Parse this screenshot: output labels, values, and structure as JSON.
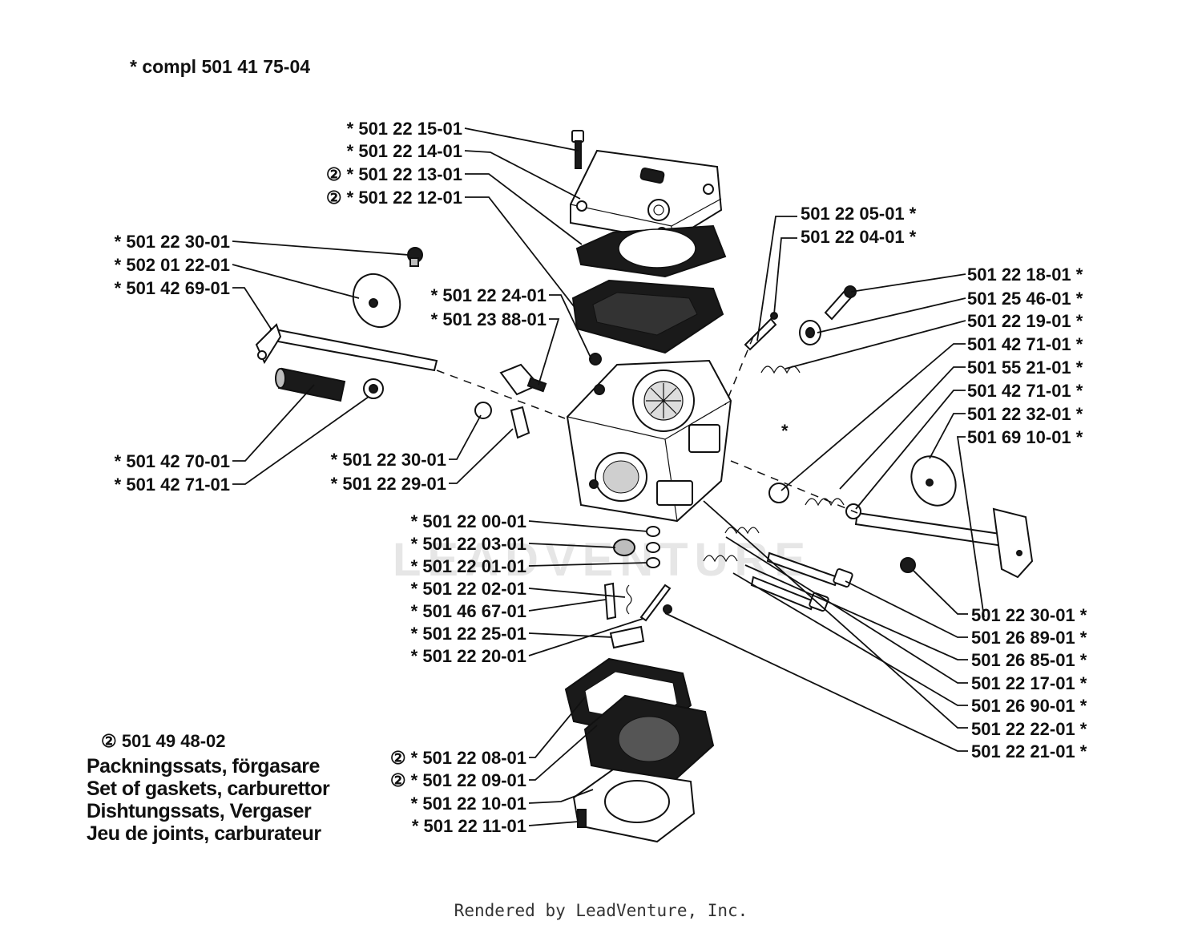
{
  "header": {
    "complete_assembly": "*  compl 501 41 75-04"
  },
  "watermark": "LEADVENTURE",
  "labels_left": [
    "*  501 22 15-01",
    "*  501 22 14-01",
    "②  *  501 22 13-01",
    "②  *  501 22 12-01",
    "*  501 22 30-01",
    "*  502 01 22-01",
    "*  501 42 69-01",
    "*  501 22 24-01",
    "*  501 23 88-01",
    "*  501 42 70-01",
    "*  501 42 71-01",
    "*  501 22 30-01",
    "*  501 22 29-01",
    "*  501 22 00-01",
    "*  501 22 03-01",
    "*  501 22 01-01",
    "*  501 22 02-01",
    "*  501 46 67-01",
    "*  501 22 25-01",
    "*  501 22 20-01",
    "②  *  501 22 08-01",
    "②  *  501 22 09-01",
    "*  501 22 10-01",
    "*  501 22 11-01"
  ],
  "labels_right": [
    "501 22 05-01  *",
    "501 22 04-01  *",
    "501 22 18-01  *",
    "501 25 46-01  *",
    "501 22 19-01  *",
    "501 42 71-01  *",
    "501 55 21-01  *",
    "501 42 71-01  *",
    "501 22 32-01  *",
    "501 69 10-01  *",
    "501 22 30-01  *",
    "501 26 89-01  *",
    "501 26 85-01  *",
    "501 22 17-01  *",
    "501 26 90-01  *",
    "501 22 22-01  *",
    "501 22 21-01  *"
  ],
  "stray_asterisk": "*",
  "gasket_kit": {
    "number": "②  501 49 48-02",
    "lines": [
      "Packningssats, förgasare",
      "Set of gaskets, carburettor",
      "Dishtungssats, Vergaser",
      "Jeu de joints, carburateur"
    ]
  },
  "footer": "Rendered by LeadVenture, Inc."
}
